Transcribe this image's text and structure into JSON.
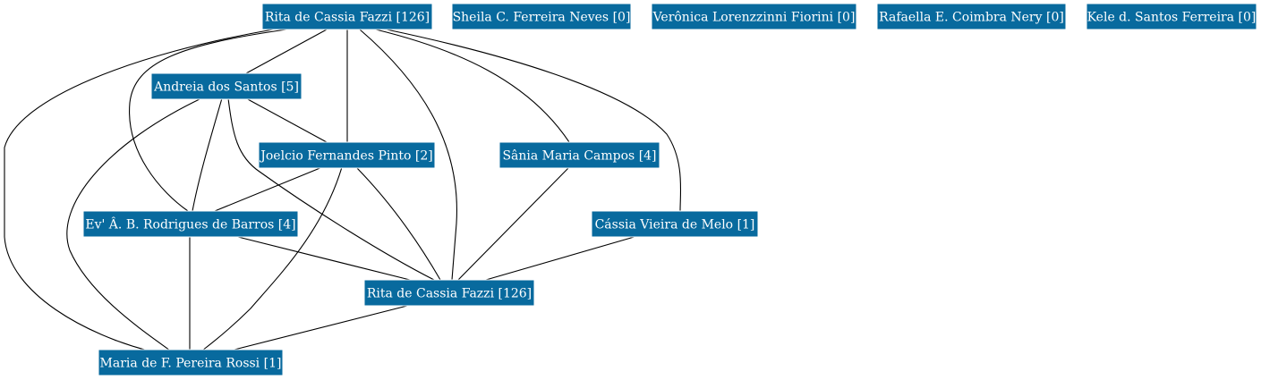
{
  "colors": {
    "node_fill": "#086a9e",
    "node_text": "#ffffff",
    "edge": "#000000",
    "background": "#ffffff"
  },
  "nodes": [
    {
      "id": "n0",
      "label": "Rita de Cassia Fazzi [126]"
    },
    {
      "id": "n1",
      "label": "Sheila C. Ferreira Neves [0]"
    },
    {
      "id": "n2",
      "label": "Verônica Lorenzzinni Fiorini [0]"
    },
    {
      "id": "n3",
      "label": "Rafaella E. Coimbra Nery [0]"
    },
    {
      "id": "n4",
      "label": "Kele d. Santos Ferreira [0]"
    },
    {
      "id": "n5",
      "label": "Andreia dos Santos [5]"
    },
    {
      "id": "n6",
      "label": "Joelcio Fernandes Pinto [2]"
    },
    {
      "id": "n7",
      "label": "Sânia Maria Campos [4]"
    },
    {
      "id": "n8",
      "label": "Ev' Â. B. Rodrigues de Barros [4]"
    },
    {
      "id": "n9",
      "label": "Cássia Vieira de Melo [1]"
    },
    {
      "id": "n10",
      "label": "Rita de Cassia Fazzi [126]"
    },
    {
      "id": "n11",
      "label": "Maria de F. Pereira Rossi [1]"
    }
  ],
  "edges": [
    [
      "n0",
      "n5"
    ],
    [
      "n0",
      "n6"
    ],
    [
      "n0",
      "n8"
    ],
    [
      "n0",
      "n11"
    ],
    [
      "n0",
      "n10"
    ],
    [
      "n0",
      "n7"
    ],
    [
      "n0",
      "n9"
    ],
    [
      "n5",
      "n6"
    ],
    [
      "n5",
      "n8"
    ],
    [
      "n5",
      "n10"
    ],
    [
      "n5",
      "n11"
    ],
    [
      "n6",
      "n8"
    ],
    [
      "n6",
      "n10"
    ],
    [
      "n6",
      "n11"
    ],
    [
      "n7",
      "n10"
    ],
    [
      "n8",
      "n10"
    ],
    [
      "n8",
      "n11"
    ],
    [
      "n9",
      "n10"
    ],
    [
      "n10",
      "n11"
    ]
  ]
}
